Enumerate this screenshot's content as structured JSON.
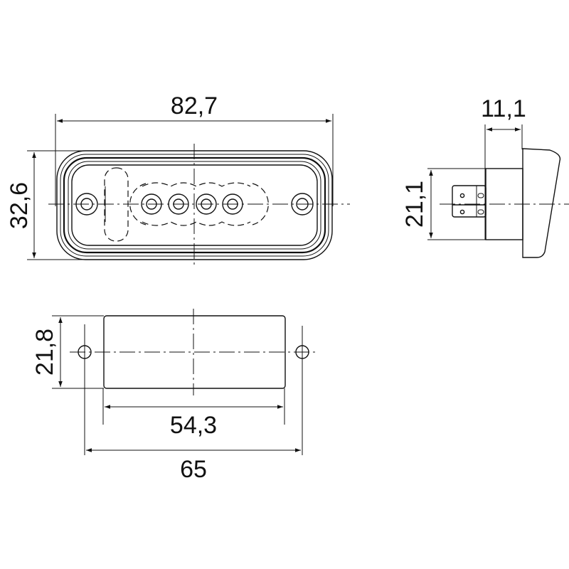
{
  "drawing": {
    "front_view": {
      "width_dim": "82,7",
      "height_dim": "32,6"
    },
    "side_view": {
      "depth_dim": "11,1",
      "body_height_dim": "21,1"
    },
    "cutout_view": {
      "height_dim": "21,8",
      "cutout_width_dim": "54,3",
      "hole_spacing_dim": "65"
    }
  },
  "colors": {
    "line": "#111111",
    "background": "#ffffff"
  }
}
